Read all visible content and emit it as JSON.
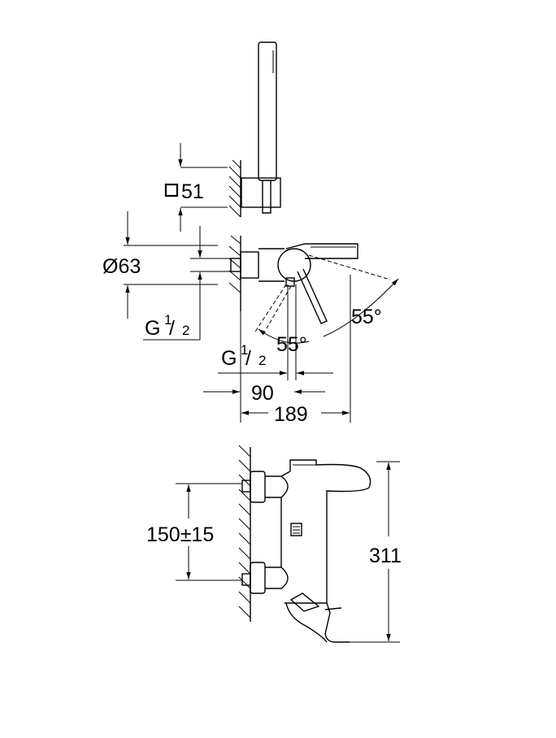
{
  "dimensions": {
    "square": "51",
    "diameter": "Ø63",
    "thread_g": "G",
    "thread_num": "1",
    "thread_slash": "/",
    "thread_den": "2",
    "angle_right": "55°",
    "angle_left": "55°",
    "d90": "90",
    "d189": "189",
    "d150": "150±15",
    "d311": "311"
  }
}
